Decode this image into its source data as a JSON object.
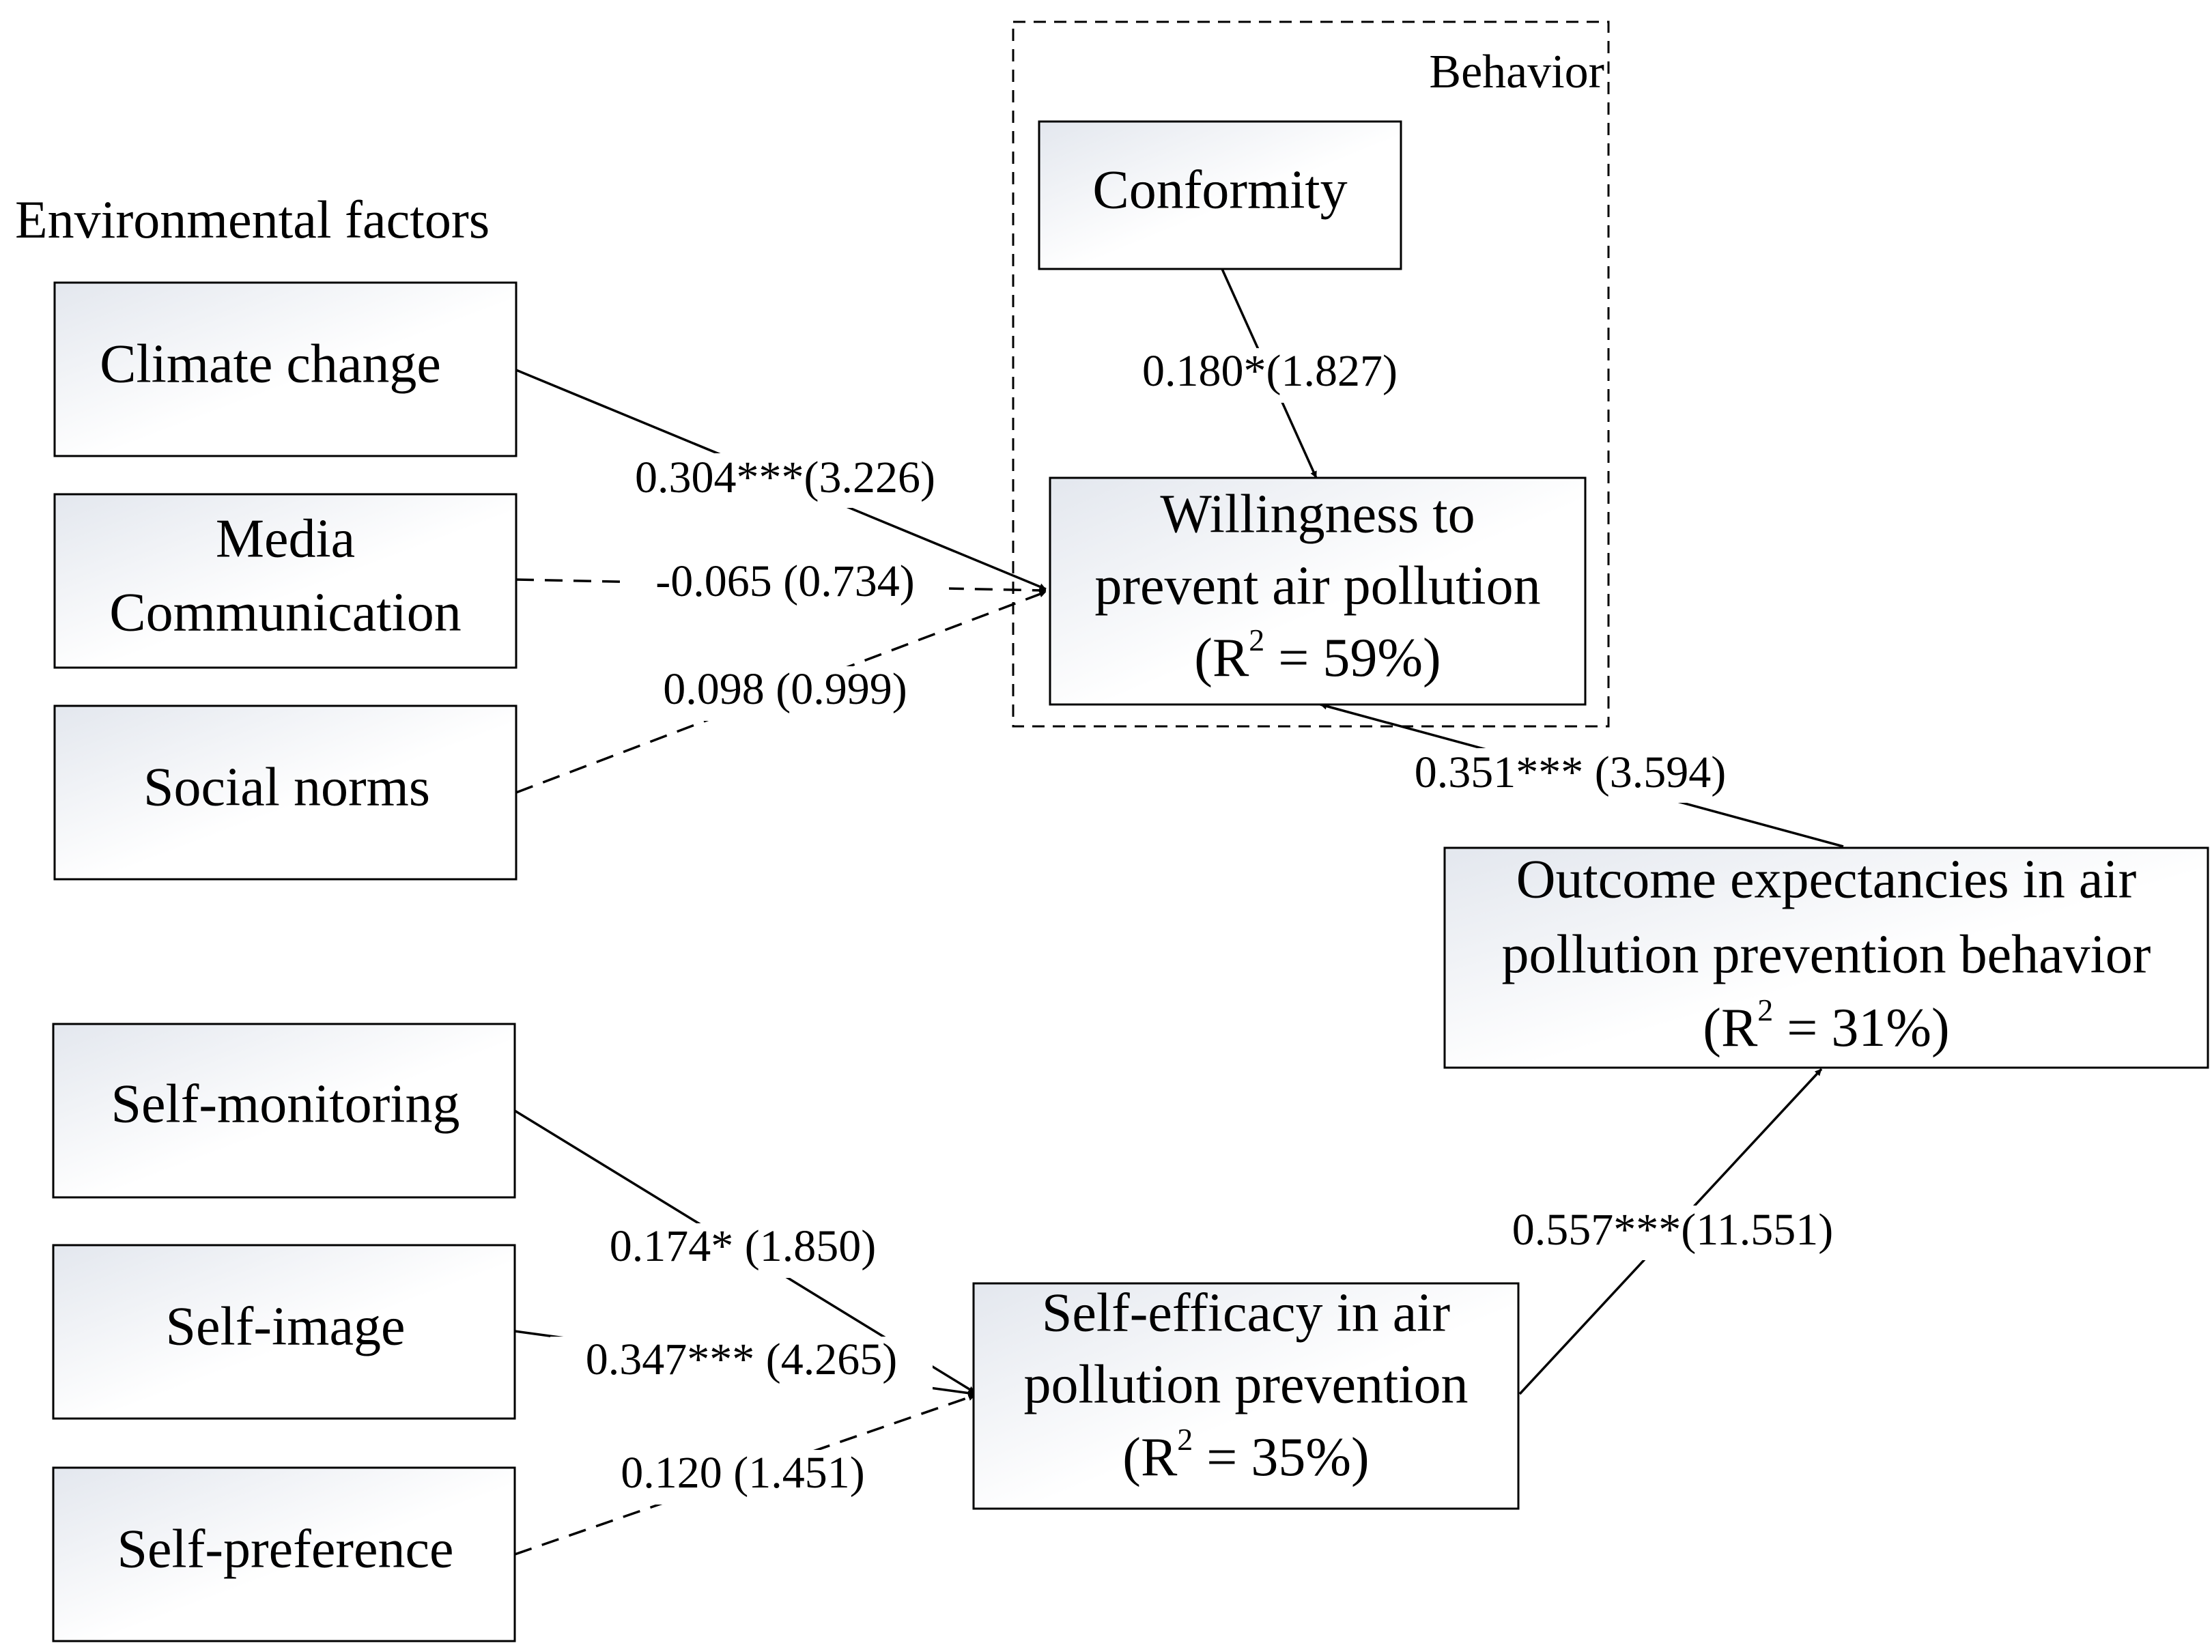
{
  "section_label": "Environmental factors",
  "group_label": "Behavior",
  "nodes": {
    "climate_change": [
      "Climate change"
    ],
    "media_communication": [
      "Media",
      "Communication"
    ],
    "social_norms": [
      "Social norms"
    ],
    "self_monitoring": [
      "Self-monitoring"
    ],
    "self_image": [
      "Self-image"
    ],
    "self_preference": [
      "Self-preference"
    ],
    "conformity": [
      "Conformity"
    ],
    "willingness": {
      "lines": [
        "Willingness to",
        "prevent air pollution"
      ],
      "r2_prefix": "(R",
      "r2_sup": "2",
      "r2_suffix": " = 59%)"
    },
    "self_efficacy": {
      "lines": [
        "Self-efficacy in air",
        "pollution prevention"
      ],
      "r2_prefix": "(R",
      "r2_sup": "2",
      "r2_suffix": " = 35%)"
    },
    "outcome": {
      "lines": [
        "Outcome expectancies in air",
        "pollution prevention behavior"
      ],
      "r2_prefix": "(R",
      "r2_sup": "2",
      "r2_suffix": " = 31%)"
    }
  },
  "edges": {
    "climate_to_willingness": {
      "label": "0.304***(3.226)",
      "style": "solid"
    },
    "media_to_willingness": {
      "label": "-0.065 (0.734)",
      "style": "dashed"
    },
    "social_to_willingness": {
      "label": "0.098 (0.999)",
      "style": "dashed"
    },
    "conformity_to_willingness": {
      "label": "0.180*(1.827)",
      "style": "solid"
    },
    "outcome_to_willingness": {
      "label": "0.351*** (3.594)",
      "style": "solid"
    },
    "selfmon_to_efficacy": {
      "label": "0.174* (1.850)",
      "style": "solid"
    },
    "selfimage_to_efficacy": {
      "label": "0.347*** (4.265)",
      "style": "solid"
    },
    "selfpref_to_efficacy": {
      "label": "0.120 (1.451)",
      "style": "dashed"
    },
    "efficacy_to_outcome": {
      "label": "0.557***(11.551)",
      "style": "solid"
    }
  }
}
